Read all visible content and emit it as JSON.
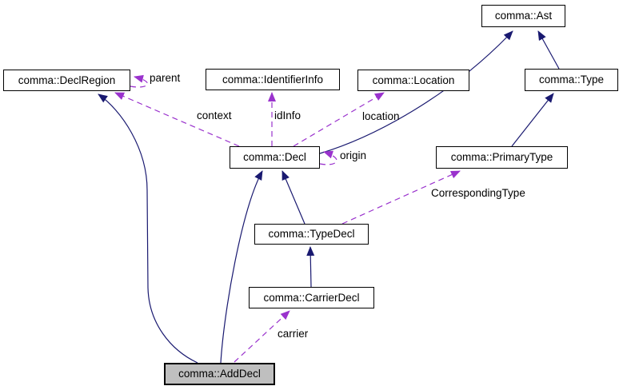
{
  "diagram": {
    "kind": "class-collaboration-graph",
    "nodes": {
      "declRegion": {
        "label": "comma::DeclRegion"
      },
      "identifierInfo": {
        "label": "comma::IdentifierInfo"
      },
      "location": {
        "label": "comma::Location"
      },
      "ast": {
        "label": "comma::Ast"
      },
      "type": {
        "label": "comma::Type"
      },
      "decl": {
        "label": "comma::Decl"
      },
      "primaryType": {
        "label": "comma::PrimaryType"
      },
      "typeDecl": {
        "label": "comma::TypeDecl"
      },
      "carrierDecl": {
        "label": "comma::CarrierDecl"
      },
      "addDecl": {
        "label": "comma::AddDecl",
        "highlighted": true
      }
    },
    "edge_labels": {
      "parent": "parent",
      "context": "context",
      "idInfo": "idInfo",
      "location": "location",
      "origin": "origin",
      "correspondingType": "CorrespondingType",
      "carrier": "carrier"
    },
    "edges": [
      {
        "from": "comma::Type",
        "to": "comma::Ast",
        "style": "solid",
        "relation": "inheritance"
      },
      {
        "from": "comma::Decl",
        "to": "comma::Ast",
        "style": "solid",
        "relation": "inheritance"
      },
      {
        "from": "comma::PrimaryType",
        "to": "comma::Type",
        "style": "solid",
        "relation": "inheritance"
      },
      {
        "from": "comma::TypeDecl",
        "to": "comma::Decl",
        "style": "solid",
        "relation": "inheritance"
      },
      {
        "from": "comma::CarrierDecl",
        "to": "comma::TypeDecl",
        "style": "solid",
        "relation": "inheritance"
      },
      {
        "from": "comma::AddDecl",
        "to": "comma::Decl",
        "style": "solid",
        "relation": "inheritance"
      },
      {
        "from": "comma::AddDecl",
        "to": "comma::DeclRegion",
        "style": "solid",
        "relation": "inheritance"
      },
      {
        "from": "comma::DeclRegion",
        "to": "comma::DeclRegion",
        "style": "dashed",
        "relation": "usage",
        "label": "parent"
      },
      {
        "from": "comma::Decl",
        "to": "comma::DeclRegion",
        "style": "dashed",
        "relation": "usage",
        "label": "context"
      },
      {
        "from": "comma::Decl",
        "to": "comma::IdentifierInfo",
        "style": "dashed",
        "relation": "usage",
        "label": "idInfo"
      },
      {
        "from": "comma::Decl",
        "to": "comma::Location",
        "style": "dashed",
        "relation": "usage",
        "label": "location"
      },
      {
        "from": "comma::Decl",
        "to": "comma::Decl",
        "style": "dashed",
        "relation": "usage",
        "label": "origin"
      },
      {
        "from": "comma::TypeDecl",
        "to": "comma::PrimaryType",
        "style": "dashed",
        "relation": "usage",
        "label": "CorrespondingType"
      },
      {
        "from": "comma::AddDecl",
        "to": "comma::CarrierDecl",
        "style": "dashed",
        "relation": "usage",
        "label": "carrier"
      }
    ],
    "colors": {
      "inheritance_edge": "#191970",
      "usage_edge": "#9a32cd",
      "node_border": "#000000",
      "node_fill": "#ffffff",
      "highlight_fill": "#bfbfbf",
      "background": "#ffffff",
      "text": "#000000"
    }
  }
}
